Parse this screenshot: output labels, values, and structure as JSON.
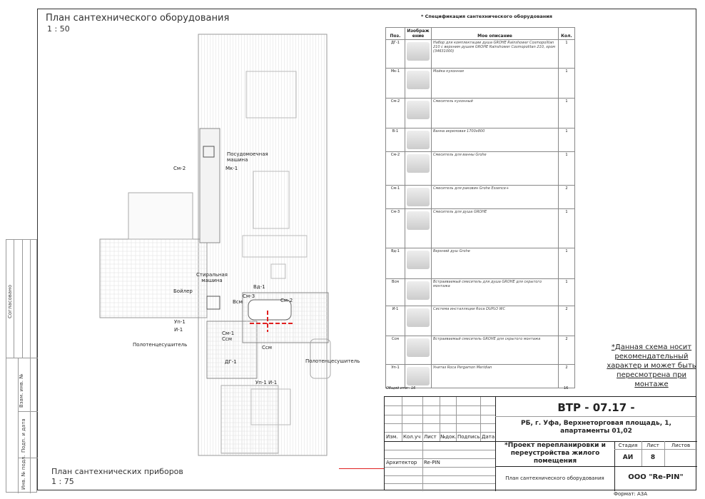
{
  "plan": {
    "title": "План сантехнического оборудования",
    "scale": "1 : 50",
    "title2": "План сантехнических приборов",
    "scale2": "1 : 75",
    "labels": {
      "dishwasher": "Посудомоечная машина",
      "mk1": "Мк-1",
      "sm2a": "См-2",
      "washer": "Стиральная машина",
      "boiler": "Бойлер",
      "vd1": "Вд-1",
      "sm3": "См-3",
      "vsm": "Всм",
      "sm2b": "См-2",
      "up1": "Уп-1",
      "i1": "И-1",
      "sm1": "См-1",
      "ssm1": "Ссм",
      "ssm2": "Ссм",
      "towel1": "Полотенцесушитель",
      "towel2": "Полотенцесушитель",
      "dg1": "ДГ-1",
      "up1i1": "Уп-1 И-1"
    }
  },
  "spec": {
    "title": "* Спецификация сантехнического оборудования",
    "headers": [
      "Поз.",
      "Изображение",
      "Мое описание",
      "Кол."
    ],
    "rows": [
      {
        "pos": "ДГ-1",
        "desc": "Набор для комплектации душа GROHE Rainshower Cosmopolitan 210 с верхним душем GROHE Rainshower Cosmopolitan 210, хром (34631000)",
        "qty": "1"
      },
      {
        "pos": "Мк-1",
        "desc": "Мойка кухонная",
        "qty": "1"
      },
      {
        "pos": "См-2",
        "desc": "Смеситель кухонный",
        "qty": "1"
      },
      {
        "pos": "В-1",
        "desc": "Ванна акриловая 1700х800",
        "qty": "1"
      },
      {
        "pos": "См-2",
        "desc": "Смеситель для ванны Grohe",
        "qty": "1"
      },
      {
        "pos": "См-1",
        "desc": "Смеситель для раковин Grohe Essence+",
        "qty": "2"
      },
      {
        "pos": "См-3",
        "desc": "Смеситель для душа GROHE",
        "qty": "1"
      },
      {
        "pos": "Вд-1",
        "desc": "Верхний душ Grohe",
        "qty": "1"
      },
      {
        "pos": "Всм",
        "desc": "Встраиваемый смеситель для душа GROHE для скрытого монтажа",
        "qty": "1"
      },
      {
        "pos": "И-1",
        "desc": "Система инсталляции Roca DUPLO WC",
        "qty": "2"
      },
      {
        "pos": "Ссм",
        "desc": "Встраиваемый смеситель GROHE для скрытого монтажа",
        "qty": "2"
      },
      {
        "pos": "Уп-1",
        "desc": "Унитаз  Roca Pergamon  Meridian",
        "qty": "2"
      }
    ],
    "total_label": "Общий итог: 16",
    "total": "16"
  },
  "note": "*Данная схема носит рекомендательный характер и может быть пересмотрена при монтаже",
  "titleblock": {
    "code": "ВТР - 07.17 -",
    "address": "РБ, г. Уфа, Верхнеторговая площадь, 1, апартаменты 01,02",
    "cols": [
      "Изм.",
      "Кол.уч",
      "Лист",
      "№док.",
      "Подпись",
      "Дата"
    ],
    "architect_label": "Архитектор",
    "architect": "Re-PIN",
    "project": "*Проект перепланировки и переустройства жилого помещения",
    "stage_label": "Стадия",
    "sheet_label": "Лист",
    "sheets_label": "Листов",
    "stage": "АИ",
    "sheet": "8",
    "sheet_name": "План сантехнического оборудования",
    "company": "ООО \"Re-PIN\"",
    "format": "Формат: А3А"
  },
  "side": {
    "agreed": "Согласовано",
    "inv_vzam": "Взам. инв. №",
    "sign_date": "Подп. и дата",
    "inv_podl": "Инв. № подл."
  },
  "colors": {
    "accent": "#e02020"
  }
}
